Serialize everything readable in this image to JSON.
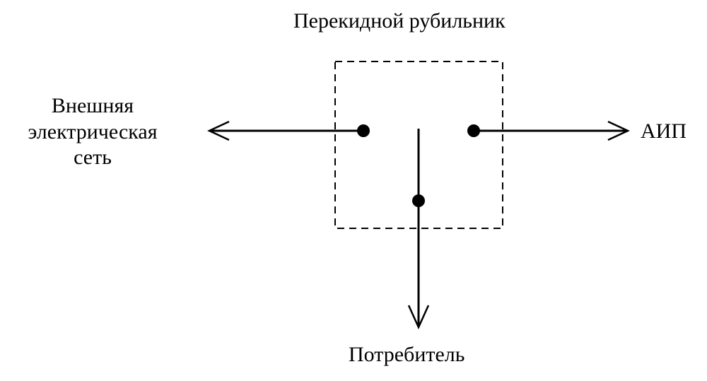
{
  "diagram": {
    "switch_label": "Перекидной рубильник",
    "grid_label": {
      "line1": "Внешняя",
      "line2": "электрическая",
      "line3": "сеть"
    },
    "aip_label": "АИП",
    "consumer_label": "Потребитель"
  },
  "colors": {
    "ink": "#000000",
    "background": "#ffffff"
  }
}
